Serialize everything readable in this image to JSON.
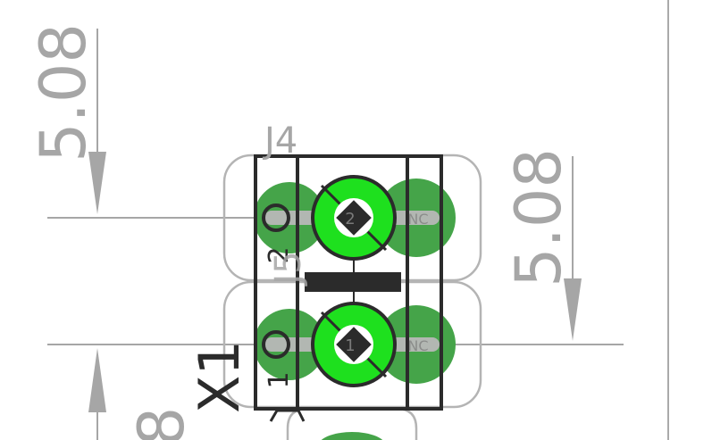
{
  "dimensions": {
    "left": "5.08",
    "right": "5.08",
    "bottom_partial": "8"
  },
  "labels": {
    "ref_j4": "J4",
    "ref_j5_partial": "J5",
    "ref_x1": "X1",
    "pin_2": "2",
    "pin_1": "1",
    "pad_2": "2",
    "pad_1": "1",
    "pad_nc_top": "NC",
    "pad_nc_bottom": "NC"
  },
  "colors": {
    "background": "#ffffff",
    "dimension": "#a6a6a6",
    "outline_gray": "#b4b4b4",
    "silkscreen": "#2b2b2b",
    "pad_green_dark": "#45a449",
    "pad_green_bright": "#1ee01e",
    "drill_gray": "#b8b8b8"
  }
}
